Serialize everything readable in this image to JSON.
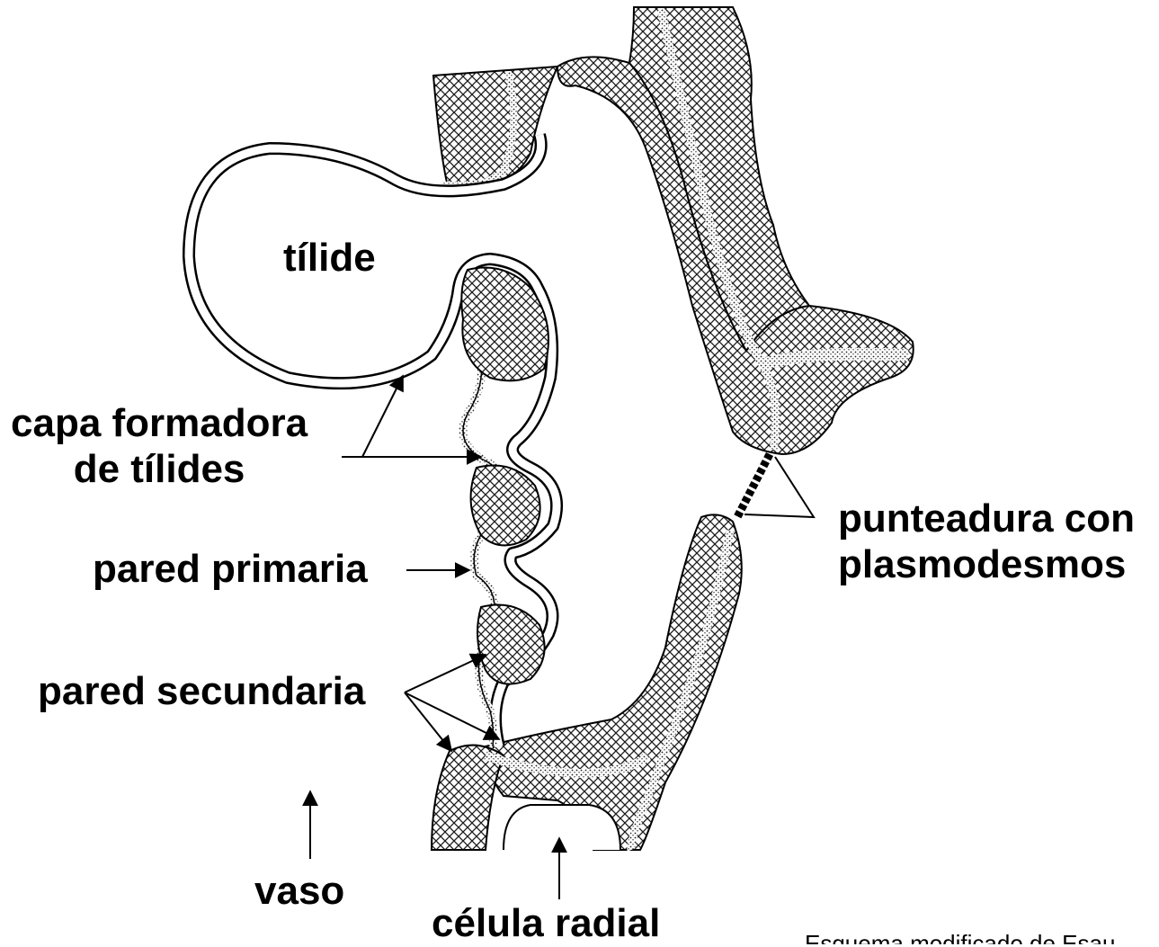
{
  "labels": {
    "tilide": "tílide",
    "capa_line1": "capa formadora",
    "capa_line2": "de tílides",
    "pared_primaria": "pared primaria",
    "pared_secundaria": "pared secundaria",
    "punteadura_line1": "punteadura con",
    "punteadura_line2": "plasmodesmos",
    "vaso": "vaso",
    "celula_radial": "célula radial"
  },
  "credit": "Esquema modificado de Esau",
  "colors": {
    "ink": "#000000",
    "background": "#ffffff",
    "wall_hatch": "#1a1a1a"
  }
}
